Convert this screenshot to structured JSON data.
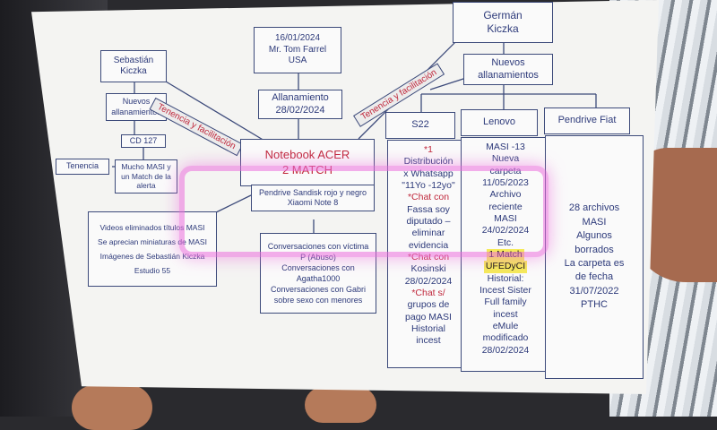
{
  "sebastian": "Sebastián\nKiczka",
  "german": "Germán\nKiczka",
  "top": [
    "16/01/2024",
    "Mr. Tom Farrel",
    "USA"
  ],
  "allanamiento": [
    "Allanamiento",
    "28/02/2024"
  ],
  "nuevos_left": [
    "Nuevos",
    "allanamientos"
  ],
  "nuevos_right": [
    "Nuevos",
    "allanamientos"
  ],
  "cd": "CD 127",
  "tenencia": "Tenencia",
  "mucho": [
    "Mucho MASI y",
    "un Match de la",
    "alerta"
  ],
  "tag_left": "Tenencia y facilitación",
  "tag_right": "Tenencia y facilitación",
  "notebook": [
    "Notebook ACER",
    "2 MATCH"
  ],
  "pendrive": [
    "Pendrive Sandisk rojo y negro",
    "Xiaomi Note 8"
  ],
  "videos": [
    "Videos eliminados títulos MASI",
    "Se aprecian miniaturas de MASI",
    "Imágenes de Sebastián Kiczka",
    "Estudio 55"
  ],
  "conversaciones": [
    "Conversaciones con víctima",
    "P (Abuso)",
    "Conversaciones con",
    "Agatha1000",
    "Conversaciones con Gabri",
    "sobre sexo con menores"
  ],
  "headers": {
    "s22": "S22",
    "lenovo": "Lenovo",
    "fiat": "Pendrive Fiat"
  },
  "s22": [
    "*1",
    "Distribución",
    "x Whatsapp",
    "\"11Yo -12yo\"",
    "*Chat con",
    "Fassa soy",
    "diputado –",
    "eliminar",
    "evidencia",
    "*Chat con",
    "Kosinski",
    "28/02/2024",
    "*Chat s/",
    "grupos de",
    "pago MASI",
    "Historial",
    "incest"
  ],
  "lenovo": [
    "MASI -13",
    "Nueva",
    "carpeta",
    "11/05/2023",
    "Archivo",
    "reciente",
    "MASI",
    "24/02/2024",
    "Etc.",
    "1 Match",
    "UFEDyCI",
    "Historial:",
    "Incest Sister",
    "Full family",
    "incest",
    "eMule",
    "modificado",
    "28/02/2024"
  ],
  "fiat": [
    "28 archivos",
    "MASI",
    "Algunos",
    "borrados",
    "La carpeta es",
    "de fecha",
    "31/07/2022",
    "PTHC"
  ]
}
